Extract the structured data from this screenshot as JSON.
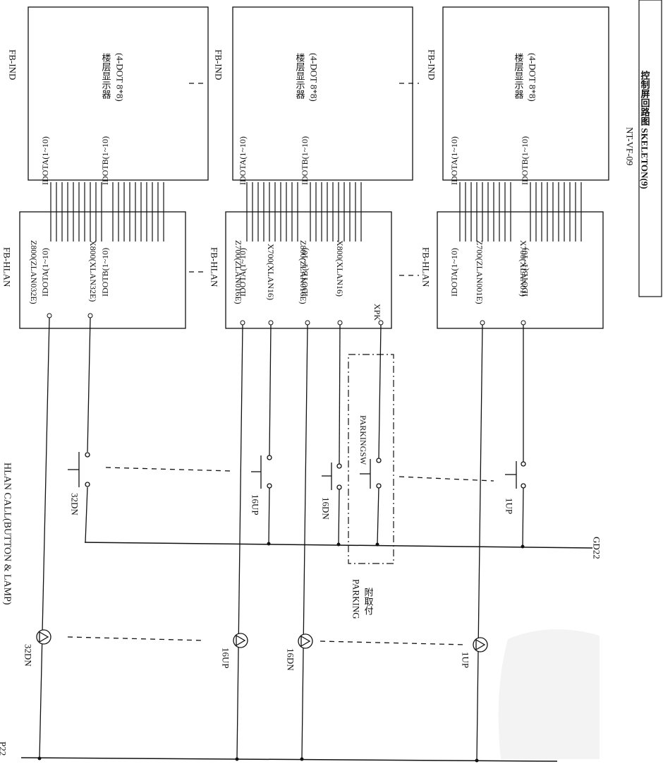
{
  "title_block": {
    "code": "NT-VF-09",
    "title": "控制屏回路图 SKELETON(9)"
  },
  "section_title": "HLAN CALL(BUTTON & LAMP)",
  "rails": {
    "bottom": "P22",
    "right": "GD22"
  },
  "boards": [
    {
      "ind_label": "FB-IND",
      "ind_text1": "楼层显示器",
      "ind_text2": "(4-DOT 8*8)",
      "ind_conn_a": "IDOTA(1~10)",
      "ind_conn_b": "IDOTB(1~10)",
      "hlan_label": "FB-HLAN",
      "hlan_conn_a": "IDOTA(1~10)",
      "hlan_conn_b": "IDOTB(1~10)",
      "pins": [
        "Z800(ZLAN032E)",
        "X800(XLAN32E)"
      ]
    },
    {
      "ind_label": "FB-IND",
      "ind_text1": "楼层显示器",
      "ind_text2": "(4-DOT 8*8)",
      "ind_conn_a": "IDOTA(1~10)",
      "ind_conn_b": "IDOTB(1~10)",
      "hlan_label": "FB-HLAN",
      "hlan_conn_a": "IDOTA(1~10)",
      "hlan_conn_b": "IDOTB(1~10)",
      "pins": [
        "Z700(ZLAN016E)",
        "X700(XLAN16)",
        "Z800(ZLAN016E)",
        "X800(XLAN16)",
        "XPK"
      ]
    },
    {
      "ind_label": "FB-IND",
      "ind_text1": "楼层显示器",
      "ind_text2": "(4-DOT 8*8)",
      "ind_conn_a": "IDOTA(1~10)",
      "ind_conn_b": "IDOTB(1~10)",
      "hlan_label": "FB-HLAN",
      "hlan_conn_a": "IDOTA(1~10)",
      "hlan_conn_b": "IDOTB(1~10)",
      "pins": [
        "Z700(ZLAN001E)",
        "X700(XLAN01)"
      ]
    }
  ],
  "buttons": [
    "32DN",
    "16UP",
    "16DN",
    "1UP"
  ],
  "lamps": [
    "32DN",
    "16UP",
    "16DN",
    "1UP"
  ],
  "parking": {
    "switch": "PARKINGSW",
    "note1": "PARKING",
    "note2": "附取付"
  }
}
